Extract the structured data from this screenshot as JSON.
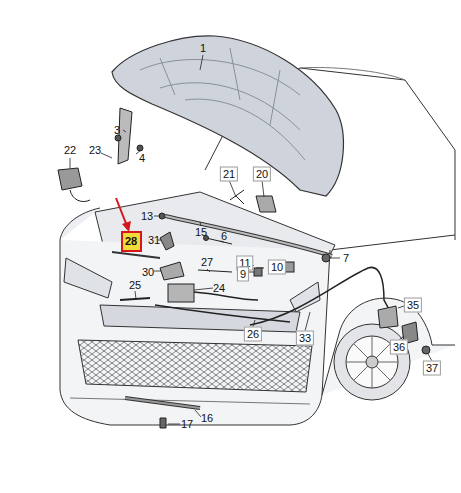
{
  "diagram": {
    "nodes": [
      {
        "text": [
          "28"
        ]
      }
    ],
    "labels": [
      "1",
      "3",
      "4",
      "22",
      "23",
      "21",
      "20",
      "13",
      "15",
      "6",
      "7",
      "31",
      "11",
      "10",
      "9",
      "30",
      "27",
      "25",
      "24",
      "26",
      "33",
      "35",
      "36",
      "37",
      "16",
      "17"
    ]
  }
}
